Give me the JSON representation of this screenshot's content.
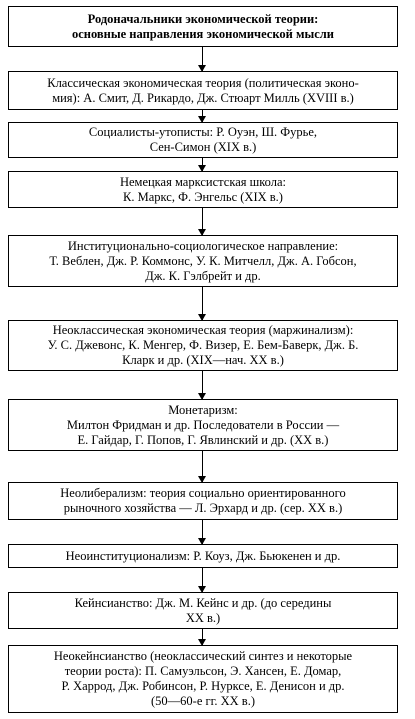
{
  "title": {
    "line1": "Родоначальники экономической теории:",
    "line2": "основные направления экономической мысли"
  },
  "nodes": [
    {
      "lines": [
        "Классическая экономическая теория (политическая эконо-",
        "мия): А. Смит, Д. Рикардо, Дж. Стюарт Милль (XVIII в.)"
      ]
    },
    {
      "lines": [
        "Социалисты-утописты: Р. Оуэн, Ш. Фурье,",
        "Сен-Симон (XIX в.)"
      ]
    },
    {
      "lines": [
        "Немецкая марксистская школа:",
        "К. Маркс, Ф. Энгельс (XIX в.)"
      ]
    },
    {
      "lines": [
        "Институционально-социологическое направление:",
        "Т. Веблен, Дж. Р. Коммонс, У. К. Митчелл, Дж. А. Гобсон,",
        "Дж. К. Гэлбрейт и др."
      ]
    },
    {
      "lines": [
        "Неоклассическая экономическая теория (маржинализм):",
        "У. С. Джевонс, К. Менгер, Ф. Визер, Е. Бем-Баверк, Дж. Б.",
        "Кларк и др. (XIX—нач. XX в.)"
      ]
    },
    {
      "lines": [
        "Монетаризм:",
        "Милтон  Фридман и др. Последователи в России —",
        "Е. Гайдар, Г. Попов, Г. Явлинский и др. (XX в.)"
      ]
    },
    {
      "lines": [
        "Неолиберализм: теория социально ориентированного",
        "рыночного хозяйства — Л. Эрхард и др. (сер. XX в.)"
      ]
    },
    {
      "lines": [
        "Неоинституционализм: Р. Коуз, Дж. Бьюкенен и др."
      ]
    },
    {
      "lines": [
        "Кейнсианство: Дж. М. Кейнс и др. (до середины",
        "XX в.)"
      ]
    },
    {
      "lines": [
        "Неокейнсианство (неоклассический синтез и некоторые",
        "теории роста): П. Самуэльсон, Э. Хансен, Е. Домар,",
        "Р. Харрод, Дж. Робинсон, Р. Нурксе, Е. Денисон и др.",
        "(50—60-е гг. XX в.)"
      ]
    }
  ]
}
